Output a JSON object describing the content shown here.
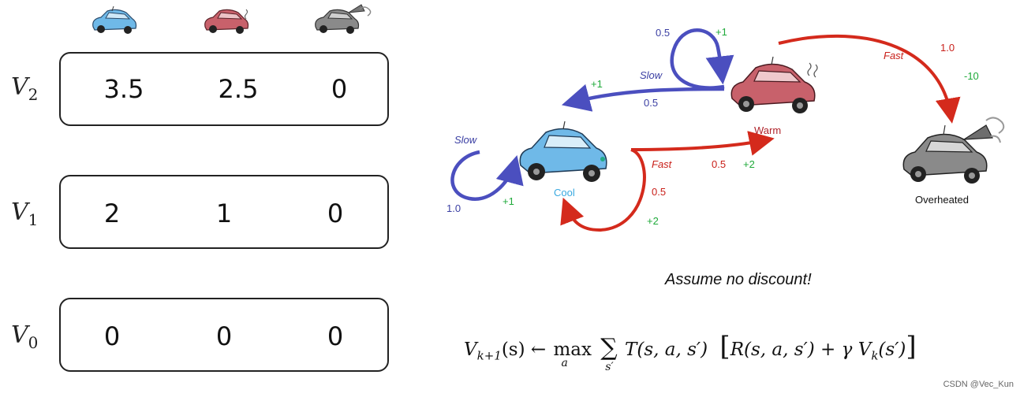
{
  "value_table": {
    "header_icons": [
      "cool-car-icon",
      "warm-car-icon",
      "overheated-car-icon"
    ],
    "rows": [
      {
        "label": "V",
        "subscript": "2",
        "values": [
          "3.5",
          "2.5",
          "0"
        ]
      },
      {
        "label": "V",
        "subscript": "1",
        "values": [
          "2",
          "1",
          "0"
        ]
      },
      {
        "label": "V",
        "subscript": "0",
        "values": [
          "0",
          "0",
          "0"
        ]
      }
    ]
  },
  "mdp": {
    "states": {
      "cool": "Cool",
      "warm": "Warm",
      "overheated": "Overheated"
    },
    "edges": {
      "cool_slow": {
        "action": "Slow",
        "prob": "1.0",
        "reward": "+1"
      },
      "warm_slow_self": {
        "prob": "0.5",
        "reward": "+1"
      },
      "warm_slow_to_cool": {
        "action": "Slow",
        "reward": "+1",
        "prob": "0.5"
      },
      "warm_fast": {
        "action": "Fast",
        "prob": "1.0",
        "reward": "-10"
      },
      "cool_fast_to_warm": {
        "action": "Fast",
        "prob": "0.5",
        "reward": "+2"
      },
      "cool_fast_self": {
        "prob": "0.5",
        "reward": "+2"
      }
    },
    "colors": {
      "slow": "#4b4fbf",
      "fast": "#d42a1c",
      "reward": "#1faa3a",
      "cool": "#6fb9e8",
      "warm": "#c8616b",
      "overheated": "#8a8a8a"
    }
  },
  "note": "Assume no discount!",
  "formula": {
    "lhs": "V",
    "lhs_sub": "k+1",
    "lhs_arg": "(s) ←",
    "max": "max",
    "max_sub": "a",
    "sum": "∑",
    "sum_sub": "s′",
    "transition": "T(s, a, s′)",
    "bracket_open": "[",
    "reward": "R(s, a, s′) + γ",
    "v": "V",
    "v_sub": "k",
    "v_arg": "(s′)",
    "bracket_close": "]"
  },
  "watermark": "CSDN @Vec_Kun"
}
